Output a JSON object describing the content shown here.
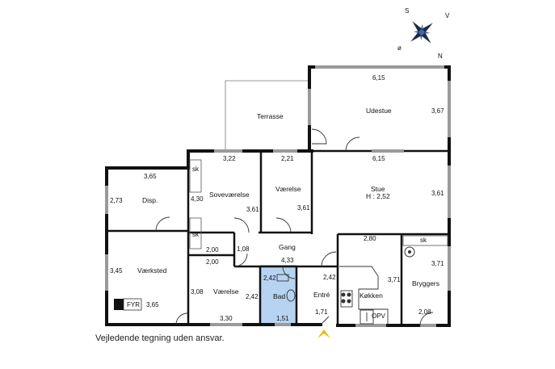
{
  "compass": {
    "s": "S",
    "v": "V",
    "n": "N",
    "o": "ø"
  },
  "rooms": {
    "terrasse": "Terrasse",
    "udestue": "Udestue",
    "stue": "Stue",
    "stue_height": "H : 2,52",
    "sovevaerelse": "Soveværelse",
    "vaerelse_top": "Værelse",
    "disp": "Disp.",
    "vaerksted": "Værksted",
    "gang": "Gang",
    "vaerelse_bottom": "Værelse",
    "bad": "Bad",
    "entre": "Entré",
    "koekken": "Køkken",
    "bryggers": "Bryggers"
  },
  "fixtures": {
    "sk1": "sk",
    "sk2": "sk",
    "sk3": "sk",
    "fyr": "FYR",
    "opv": "OPV"
  },
  "dims": {
    "d615a": "6,15",
    "d367": "3,67",
    "d322": "3,22",
    "d221": "2,21",
    "d615b": "6,15",
    "d365a": "3,65",
    "d430": "4,30",
    "d273": "2,73",
    "d361a": "3,61",
    "d361b": "3,61",
    "d361c": "3,61",
    "d200a": "2,00",
    "d108": "1,08",
    "d280": "2,80",
    "d345": "3,45",
    "d200b": "2,00",
    "d433": "4,33",
    "d371a": "3,71",
    "d371b": "3,71",
    "d242a": "2,42",
    "d242b": "2,42",
    "d242c": "2,42",
    "d308": "3,08",
    "d365b": "3,65",
    "d171": "1,71",
    "d208": "2,08",
    "d330": "3,30",
    "d151": "1,51"
  },
  "colors": {
    "wall": "#111111",
    "bath": "#b7d3f2",
    "arrow": "#f4b400",
    "window": "#9a9a9a"
  },
  "disclaimer": "Vejledende tegning uden ansvar."
}
